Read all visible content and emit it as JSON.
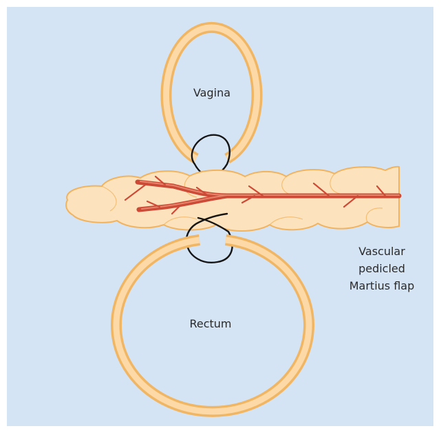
{
  "diagram": {
    "labels": {
      "vagina": "Vagina",
      "rectum": "Rectum",
      "flap_line1": "Vascular",
      "flap_line2": "pedicled",
      "flap_line3": "Martius flap"
    },
    "colors": {
      "background": "#d5e4f5",
      "ring": "#f0b663",
      "ring_fill": "#fcd9a6",
      "flap_fill": "#fde3bd",
      "flap_edge": "#f2b35f",
      "vessel": "#cc4a36",
      "vessel_light": "#e5856c",
      "suture": "#151515"
    }
  }
}
